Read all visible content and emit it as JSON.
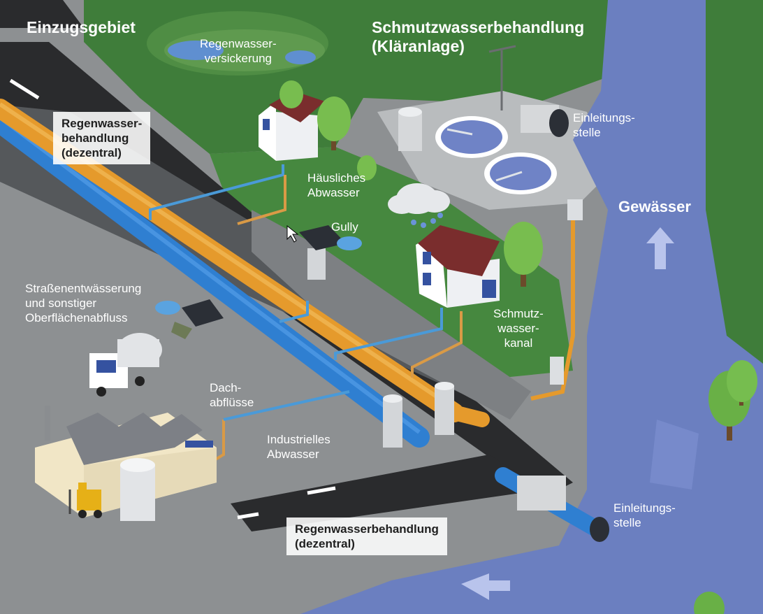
{
  "labels": {
    "catchment": "Einzugsgebiet",
    "treatment_plant": "Schmutzwasserbehandlung\n(Kläranlage)",
    "infiltration": "Regenwasser-\nversickerung",
    "rainwater_treatment_top": "Regenwasser-\nbehandlung\n(dezentral)",
    "domestic_wastewater": "Häusliches\nAbwasser",
    "gully": "Gully",
    "discharge_top": "Einleitungs-\nstelle",
    "water_body": "Gewässer",
    "street_drainage": "Straßenentwässerung\nund sonstiger\nOberflächenabfluss",
    "sewer": "Schmutz-\nwasser-\nkanal",
    "roof_runoff": "Dach-\nabflüsse",
    "industrial_wastewater": "Industrielles\nAbwasser",
    "discharge_bottom": "Einleitungs-\nstelle",
    "rainwater_treatment_bottom": "Regenwasserbehandlung\n(dezentral)"
  },
  "colors": {
    "ground": "#8d9092",
    "grass": "#3f7d3a",
    "water": "#6b7fc0",
    "stormwater_pipe": "#2f7fd1",
    "wastewater_pipe": "#e59a2c",
    "road": "#222222"
  },
  "icons": [
    "house-icon",
    "tree-icon",
    "rain-cloud-icon",
    "gully-grate-icon",
    "truck-icon",
    "factory-icon",
    "forklift-icon",
    "clarifier-tank-icon",
    "street-lamp-icon",
    "outfall-pipe-icon",
    "arrow-up-icon"
  ]
}
